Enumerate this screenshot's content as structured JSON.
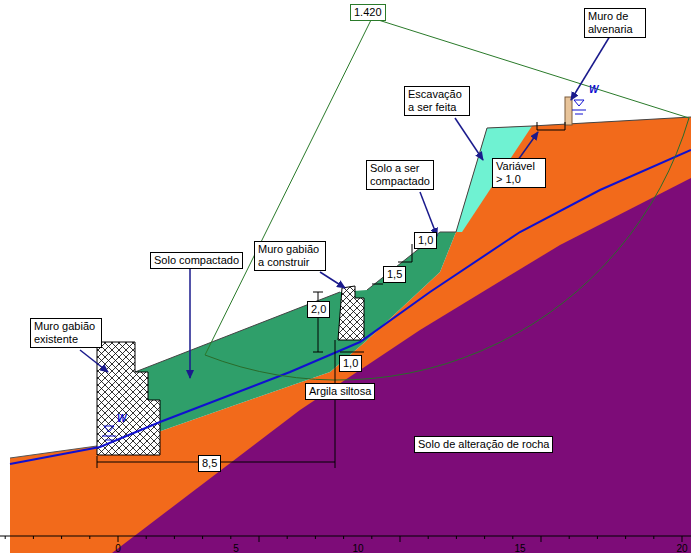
{
  "diagram": {
    "nodes": [
      {
        "text": [
          "1.420"
        ]
      },
      {
        "text": [
          "Muro de alvenaria"
        ]
      },
      {
        "text": [
          "Escavação a ser feita"
        ]
      },
      {
        "text": [
          "Solo a ser compactado"
        ]
      },
      {
        "text": [
          "Muro gabião a construir"
        ]
      },
      {
        "text": [
          "Solo compactado"
        ]
      },
      {
        "text": [
          "Muro gabião existente"
        ]
      },
      {
        "text": [
          "Variável > 1,0"
        ]
      },
      {
        "text": [
          "1,0"
        ]
      },
      {
        "text": [
          "1,5"
        ]
      },
      {
        "text": [
          "2,0"
        ]
      },
      {
        "text": [
          "1,0"
        ]
      },
      {
        "text": [
          "Argila siltosa"
        ]
      },
      {
        "text": [
          "8,5"
        ]
      },
      {
        "text": [
          "Solo de alteração de rocha"
        ]
      }
    ],
    "labels": [
      "W",
      "W",
      "0",
      "5",
      "10",
      "15",
      "20"
    ]
  }
}
